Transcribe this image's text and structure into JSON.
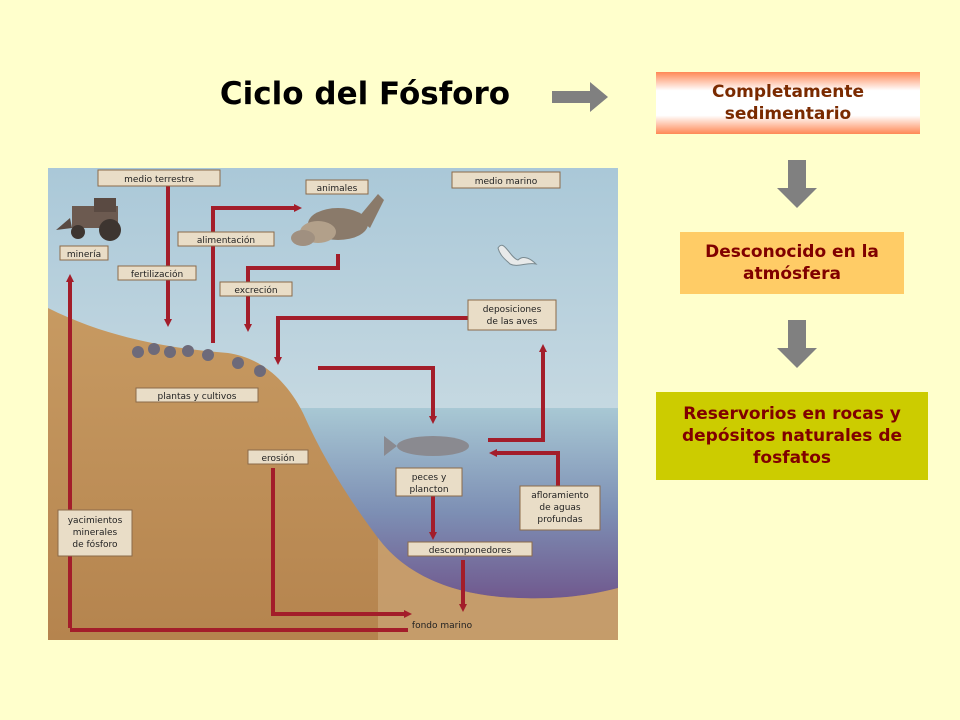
{
  "title": "Ciclo del Fósforo",
  "boxes": {
    "b1_line1": "Completamente",
    "b1_line2": "sedimentario",
    "b2_line1": "Desconocido en la",
    "b2_line2": "atmósfera",
    "b3_line1": "Reservorios en rocas y",
    "b3_line2": "depósitos naturales de",
    "b3_line3": "fosfatos"
  },
  "diagram": {
    "medio_terrestre": "medio terrestre",
    "medio_marino": "medio marino",
    "animales": "animales",
    "alimentacion": "alimentación",
    "mineria": "minería",
    "fertilizacion": "fertilización",
    "excrecion": "excreción",
    "deposiciones_1": "deposiciones",
    "deposiciones_2": "de las aves",
    "plantas": "plantas y cultivos",
    "erosion": "erosión",
    "peces_1": "peces y",
    "peces_2": "plancton",
    "afloramiento_1": "afloramiento",
    "afloramiento_2": "de aguas",
    "afloramiento_3": "profundas",
    "yacimientos_1": "yacimientos",
    "yacimientos_2": "minerales",
    "yacimientos_3": "de fósforo",
    "descomponedores": "descomponedores",
    "fondo_marino": "fondo marino"
  }
}
